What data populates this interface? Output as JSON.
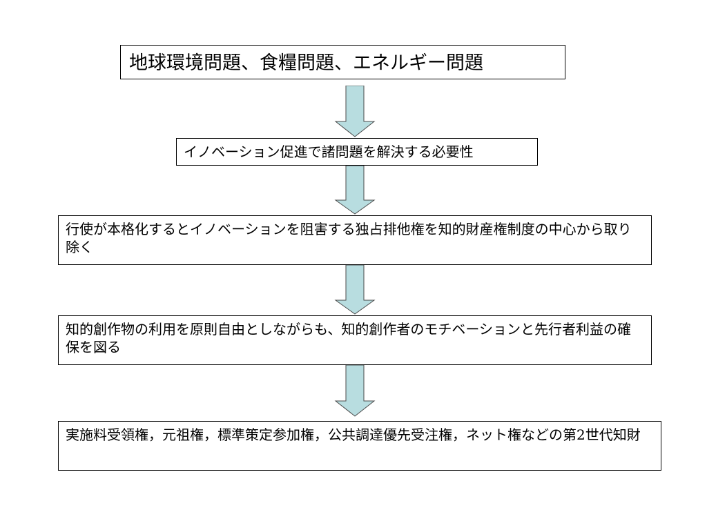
{
  "flow": {
    "steps": [
      {
        "text": "地球環境問題、食糧問題、エネルギー問題"
      },
      {
        "text": "イノベーション促進で諸問題を解決する必要性"
      },
      {
        "text": "行使が本格化するとイノベーションを阻害する独占排他権を知的財産権制度の中心から取り除く"
      },
      {
        "text": "知的創作物の利用を原則自由としながらも、知的創作者のモチベーションと先行者利益の確保を図る"
      },
      {
        "text": "実施料受領権，元祖権，標準策定参加権，公共調達優先受注権，ネット権などの第2世代知財"
      }
    ]
  },
  "colors": {
    "arrow_fill": "#b8dde0",
    "box_border": "#000000",
    "background": "#ffffff"
  }
}
